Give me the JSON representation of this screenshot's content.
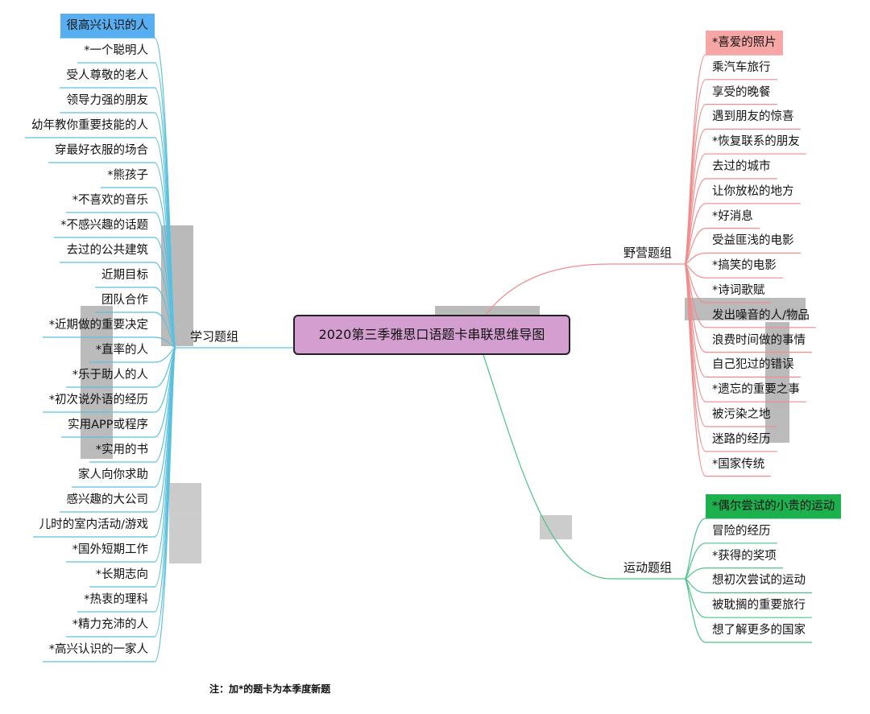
{
  "central": "2020第三季雅思口语题卡串联思维导图",
  "note": "注：加*的题卡为本季度新题",
  "colors": {
    "learn": "#5bc0de",
    "camp": "#f08c8c",
    "sport": "#4cc38a"
  },
  "branches": {
    "learn": {
      "label": "学习题组",
      "items": [
        "很高兴认识的人",
        "*一个聪明人",
        "受人尊敬的老人",
        "领导力强的朋友",
        "幼年教你重要技能的人",
        "穿最好衣服的场合",
        "*熊孩子",
        "*不喜欢的音乐",
        "*不感兴趣的话题",
        "去过的公共建筑",
        "近期目标",
        "团队合作",
        "*近期做的重要决定",
        "*直率的人",
        "*乐于助人的人",
        "*初次说外语的经历",
        "实用APP或程序",
        "*实用的书",
        "家人向你求助",
        "感兴趣的大公司",
        "儿时的室内活动/游戏",
        "*国外短期工作",
        "*长期志向",
        "*热衷的理科",
        "*精力充沛的人",
        "*高兴认识的一家人"
      ]
    },
    "camp": {
      "label": "野营题组",
      "items": [
        "*喜爱的照片",
        "乘汽车旅行",
        "享受的晚餐",
        "遇到朋友的惊喜",
        "*恢复联系的朋友",
        "去过的城市",
        "让你放松的地方",
        "*好消息",
        "受益匪浅的电影",
        "*搞笑的电影",
        "*诗词歌赋",
        "发出噪音的人/物品",
        "浪费时间做的事情",
        "自己犯过的错误",
        "*遗忘的重要之事",
        "被污染之地",
        "迷路的经历",
        "*国家传统"
      ]
    },
    "sport": {
      "label": "运动题组",
      "items": [
        "*偶尔尝试的小贵的运动",
        "冒险的经历",
        "*获得的奖项",
        "想初次尝试的运动",
        "被耽搁的重要旅行",
        "想了解更多的国家"
      ]
    }
  }
}
